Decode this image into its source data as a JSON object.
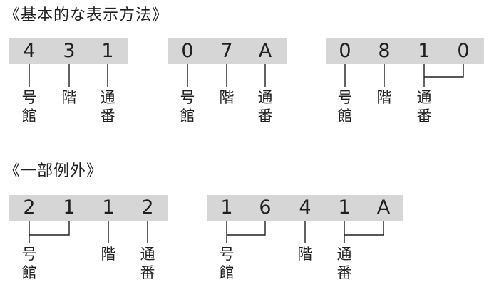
{
  "sections": {
    "basic": {
      "title": "《基本的な表示方法》"
    },
    "exceptions": {
      "title": "《一部例外》"
    }
  },
  "examples": [
    {
      "digits": [
        "4",
        "3",
        "1"
      ],
      "labels": {
        "building": [
          "号",
          "館"
        ],
        "floor": [
          "階"
        ],
        "serial": [
          "通",
          "番"
        ]
      }
    },
    {
      "digits": [
        "0",
        "7",
        "A"
      ],
      "labels": {
        "building": [
          "号",
          "館"
        ],
        "floor": [
          "階"
        ],
        "serial": [
          "通",
          "番"
        ]
      }
    },
    {
      "digits": [
        "0",
        "8",
        "1",
        "0"
      ],
      "labels": {
        "building": [
          "号",
          "館"
        ],
        "floor": [
          "階"
        ],
        "serial": [
          "通",
          "番"
        ]
      }
    },
    {
      "digits": [
        "2",
        "1",
        "1",
        "2"
      ],
      "labels": {
        "building": [
          "号",
          "館"
        ],
        "floor": [
          "階"
        ],
        "serial": [
          "通",
          "番"
        ]
      }
    },
    {
      "digits": [
        "1",
        "6",
        "4",
        "1",
        "A"
      ],
      "labels": {
        "building": [
          "号",
          "館"
        ],
        "floor": [
          "階"
        ],
        "serial": [
          "通",
          "番"
        ]
      }
    }
  ],
  "colors": {
    "box": "#d6d6d6",
    "text": "#1f1f1f",
    "line": "#1f1f1f"
  }
}
